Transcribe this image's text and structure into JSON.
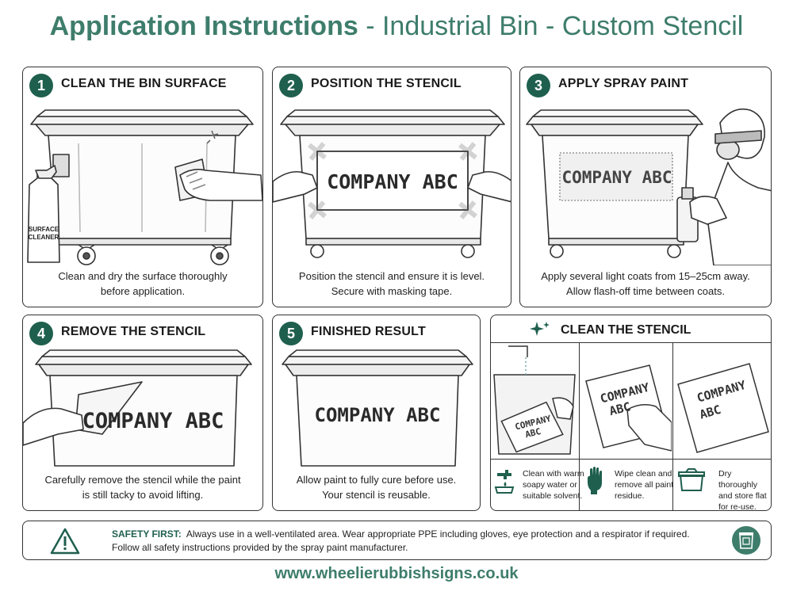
{
  "header": {
    "title_bold": "Application Instructions",
    "title_rest": " - Industrial Bin - Custom Stencil"
  },
  "stencil_text": "COMPANY ABC",
  "bottle_label": "SURFACE CLEANER",
  "steps": [
    {
      "number": "1",
      "title": "CLEAN THE BIN SURFACE",
      "caption": [
        "Clean and dry the surface thoroughly",
        "before application."
      ]
    },
    {
      "number": "2",
      "title": "POSITION THE STENCIL",
      "caption": [
        "Position the stencil and ensure it is level.",
        "Secure with masking tape."
      ]
    },
    {
      "number": "3",
      "title": "APPLY SPRAY PAINT",
      "caption": [
        "Apply several light coats from 15–25cm away.",
        "Allow flash-off time between coats."
      ]
    },
    {
      "number": "4",
      "title": "REMOVE THE STENCIL",
      "caption": [
        "Carefully remove the stencil while the paint",
        "is still tacky to avoid lifting."
      ]
    },
    {
      "number": "5",
      "title": "FINISHED RESULT",
      "caption": [
        "Allow paint to fully cure before use.",
        "Your stencil is reusable."
      ]
    }
  ],
  "clean_stencil": {
    "title": "CLEAN THE STENCIL",
    "stencil_lines": [
      "COMPANY",
      "ABC"
    ],
    "tips": [
      {
        "icon": "water-tap-icon",
        "lines": [
          "Clean with warm",
          "soapy water or",
          "suitable solvent."
        ]
      },
      {
        "icon": "glove-icon",
        "lines": [
          "Wipe clean and",
          "remove all paint",
          "residue."
        ]
      },
      {
        "icon": "storage-box-icon",
        "lines": [
          "Dry thoroughly",
          "and store flat",
          "for re-use."
        ]
      }
    ]
  },
  "safety": {
    "label": "SAFETY FIRST:",
    "line1": "Always use in a well-ventilated area. Wear appropriate PPE including gloves, eye protection and a respirator if required.",
    "line2": "Follow all safety instructions provided by the spray paint manufacturer."
  },
  "footer": {
    "url": "www.wheelierubbishsigns.co.uk"
  },
  "colors": {
    "accent": "#3e7d6b",
    "badge": "#1f5f4e",
    "border": "#333333"
  }
}
